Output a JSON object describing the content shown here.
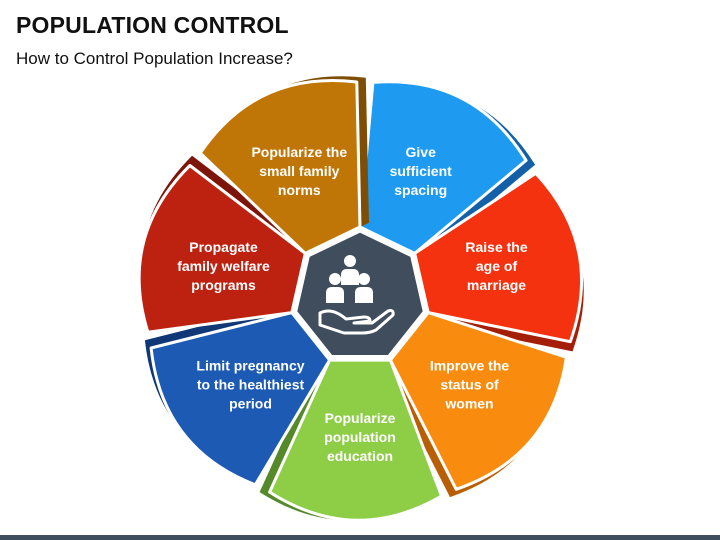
{
  "header": {
    "title": "POPULATION CONTROL",
    "subtitle": "How to Control Population Increase?"
  },
  "center": {
    "icon": "people-in-hand-icon",
    "color": "#3f4d5c"
  },
  "petals": [
    {
      "name": "petal-give-sufficient-spacing",
      "lines": [
        "Give",
        "sufficient",
        "spacing"
      ],
      "color": "#1e9bf0",
      "shadow": "#1460a8"
    },
    {
      "name": "petal-raise-the-age-of-marriage",
      "lines": [
        "Raise the",
        "age of",
        "marriage"
      ],
      "color": "#f4320f",
      "shadow": "#a51f08"
    },
    {
      "name": "petal-improve-the-status-of-women",
      "lines": [
        "Improve the",
        "status of",
        "women"
      ],
      "color": "#f98c0f",
      "shadow": "#b85f05"
    },
    {
      "name": "petal-popularize-population-education",
      "lines": [
        "Popularize",
        "population",
        "education"
      ],
      "color": "#8dce46",
      "shadow": "#56892a"
    },
    {
      "name": "petal-limit-pregnancy",
      "lines": [
        "Limit pregnancy",
        "to the healthiest",
        "period"
      ],
      "color": "#1c5ab4",
      "shadow": "#103876"
    },
    {
      "name": "petal-propagate-family-welfare-programs",
      "lines": [
        "Propagate",
        "family welfare",
        "programs"
      ],
      "color": "#bd2211",
      "shadow": "#7d1509"
    },
    {
      "name": "petal-popularize-small-family-norms",
      "lines": [
        "Popularize the",
        "small family",
        "norms"
      ],
      "color": "#c07606",
      "shadow": "#7e4e05"
    }
  ]
}
